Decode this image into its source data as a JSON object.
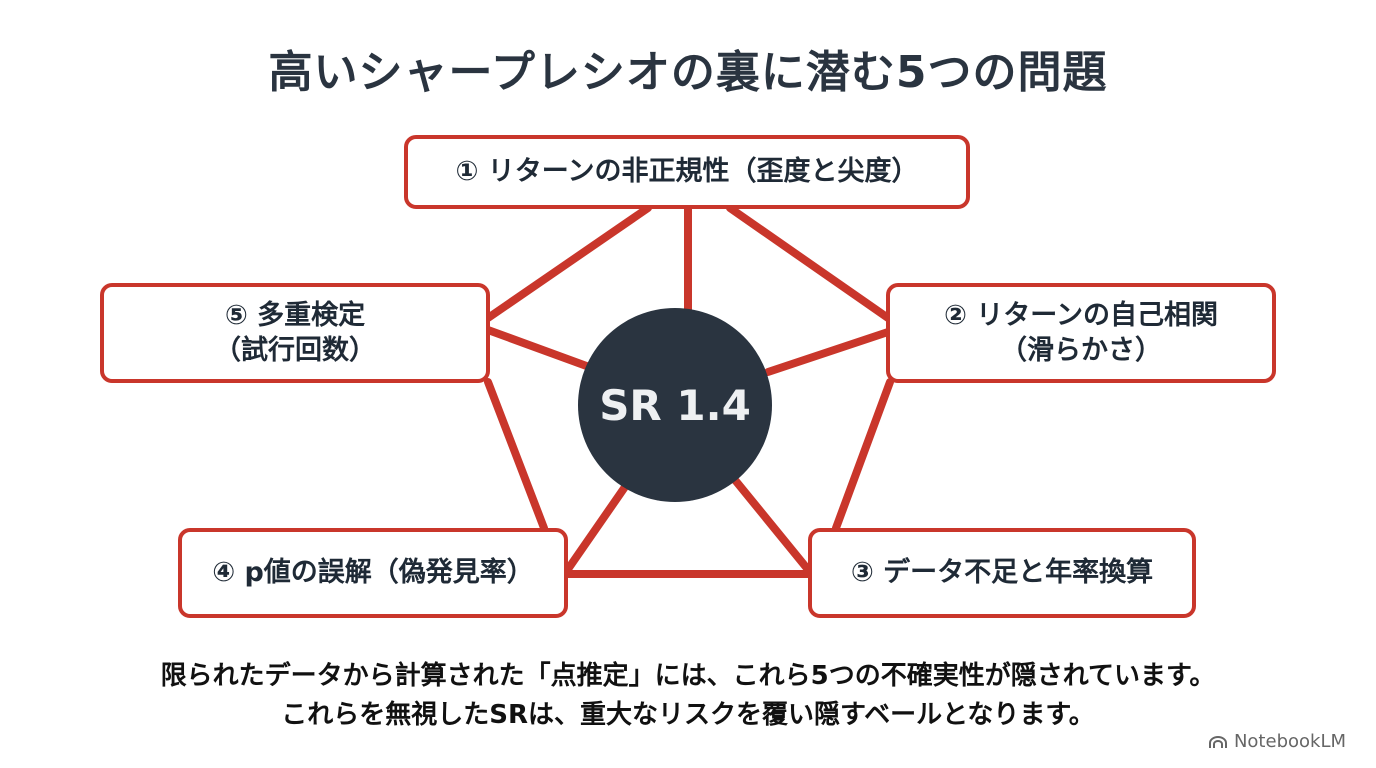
{
  "title": "高いシャープレシオの裏に潜む5つの問題",
  "hub": {
    "label": "SR 1.4"
  },
  "problems": [
    {
      "line1": "① リターンの非正規性（歪度と尖度）",
      "line2": ""
    },
    {
      "line1": "② リターンの自己相関",
      "line2": "（滑らかさ）"
    },
    {
      "line1": "③ データ不足と年率換算",
      "line2": ""
    },
    {
      "line1": "④ p値の誤解（偽発見率）",
      "line2": ""
    },
    {
      "line1": "⑤ 多重検定",
      "line2": "（試行回数）"
    }
  ],
  "caption": {
    "line1": "限られたデータから計算された「点推定」には、これら5つの不確実性が隠されています。",
    "line2": "これらを無視したSRは、重大なリスクを覆い隠すベールとなります。"
  },
  "brand": {
    "label": "NotebookLM",
    "icon": "notebooklm-logo-icon"
  },
  "colors": {
    "accent": "#c9362b",
    "hub": "#2a3440"
  }
}
